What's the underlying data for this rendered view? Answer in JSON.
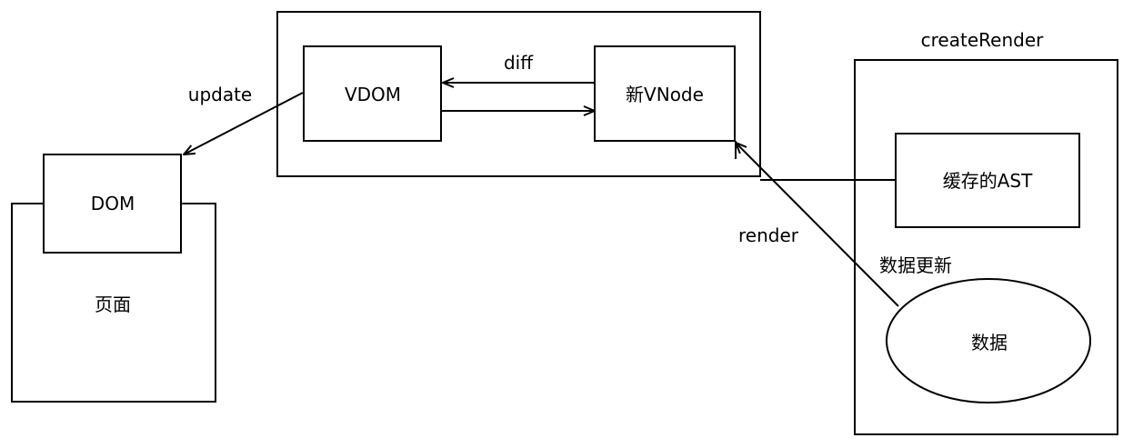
{
  "diagram": {
    "page_label": "页面",
    "dom_label": "DOM",
    "vdom_label": "VDOM",
    "new_vnode_label": "新VNode",
    "create_render_label": "createRender",
    "cached_ast_label": "缓存的AST",
    "data_label": "数据",
    "data_update_label": "数据更新",
    "edge_update": "update",
    "edge_diff": "diff",
    "edge_render": "render"
  },
  "colors": {
    "stroke": "#000000",
    "background": "#ffffff"
  }
}
